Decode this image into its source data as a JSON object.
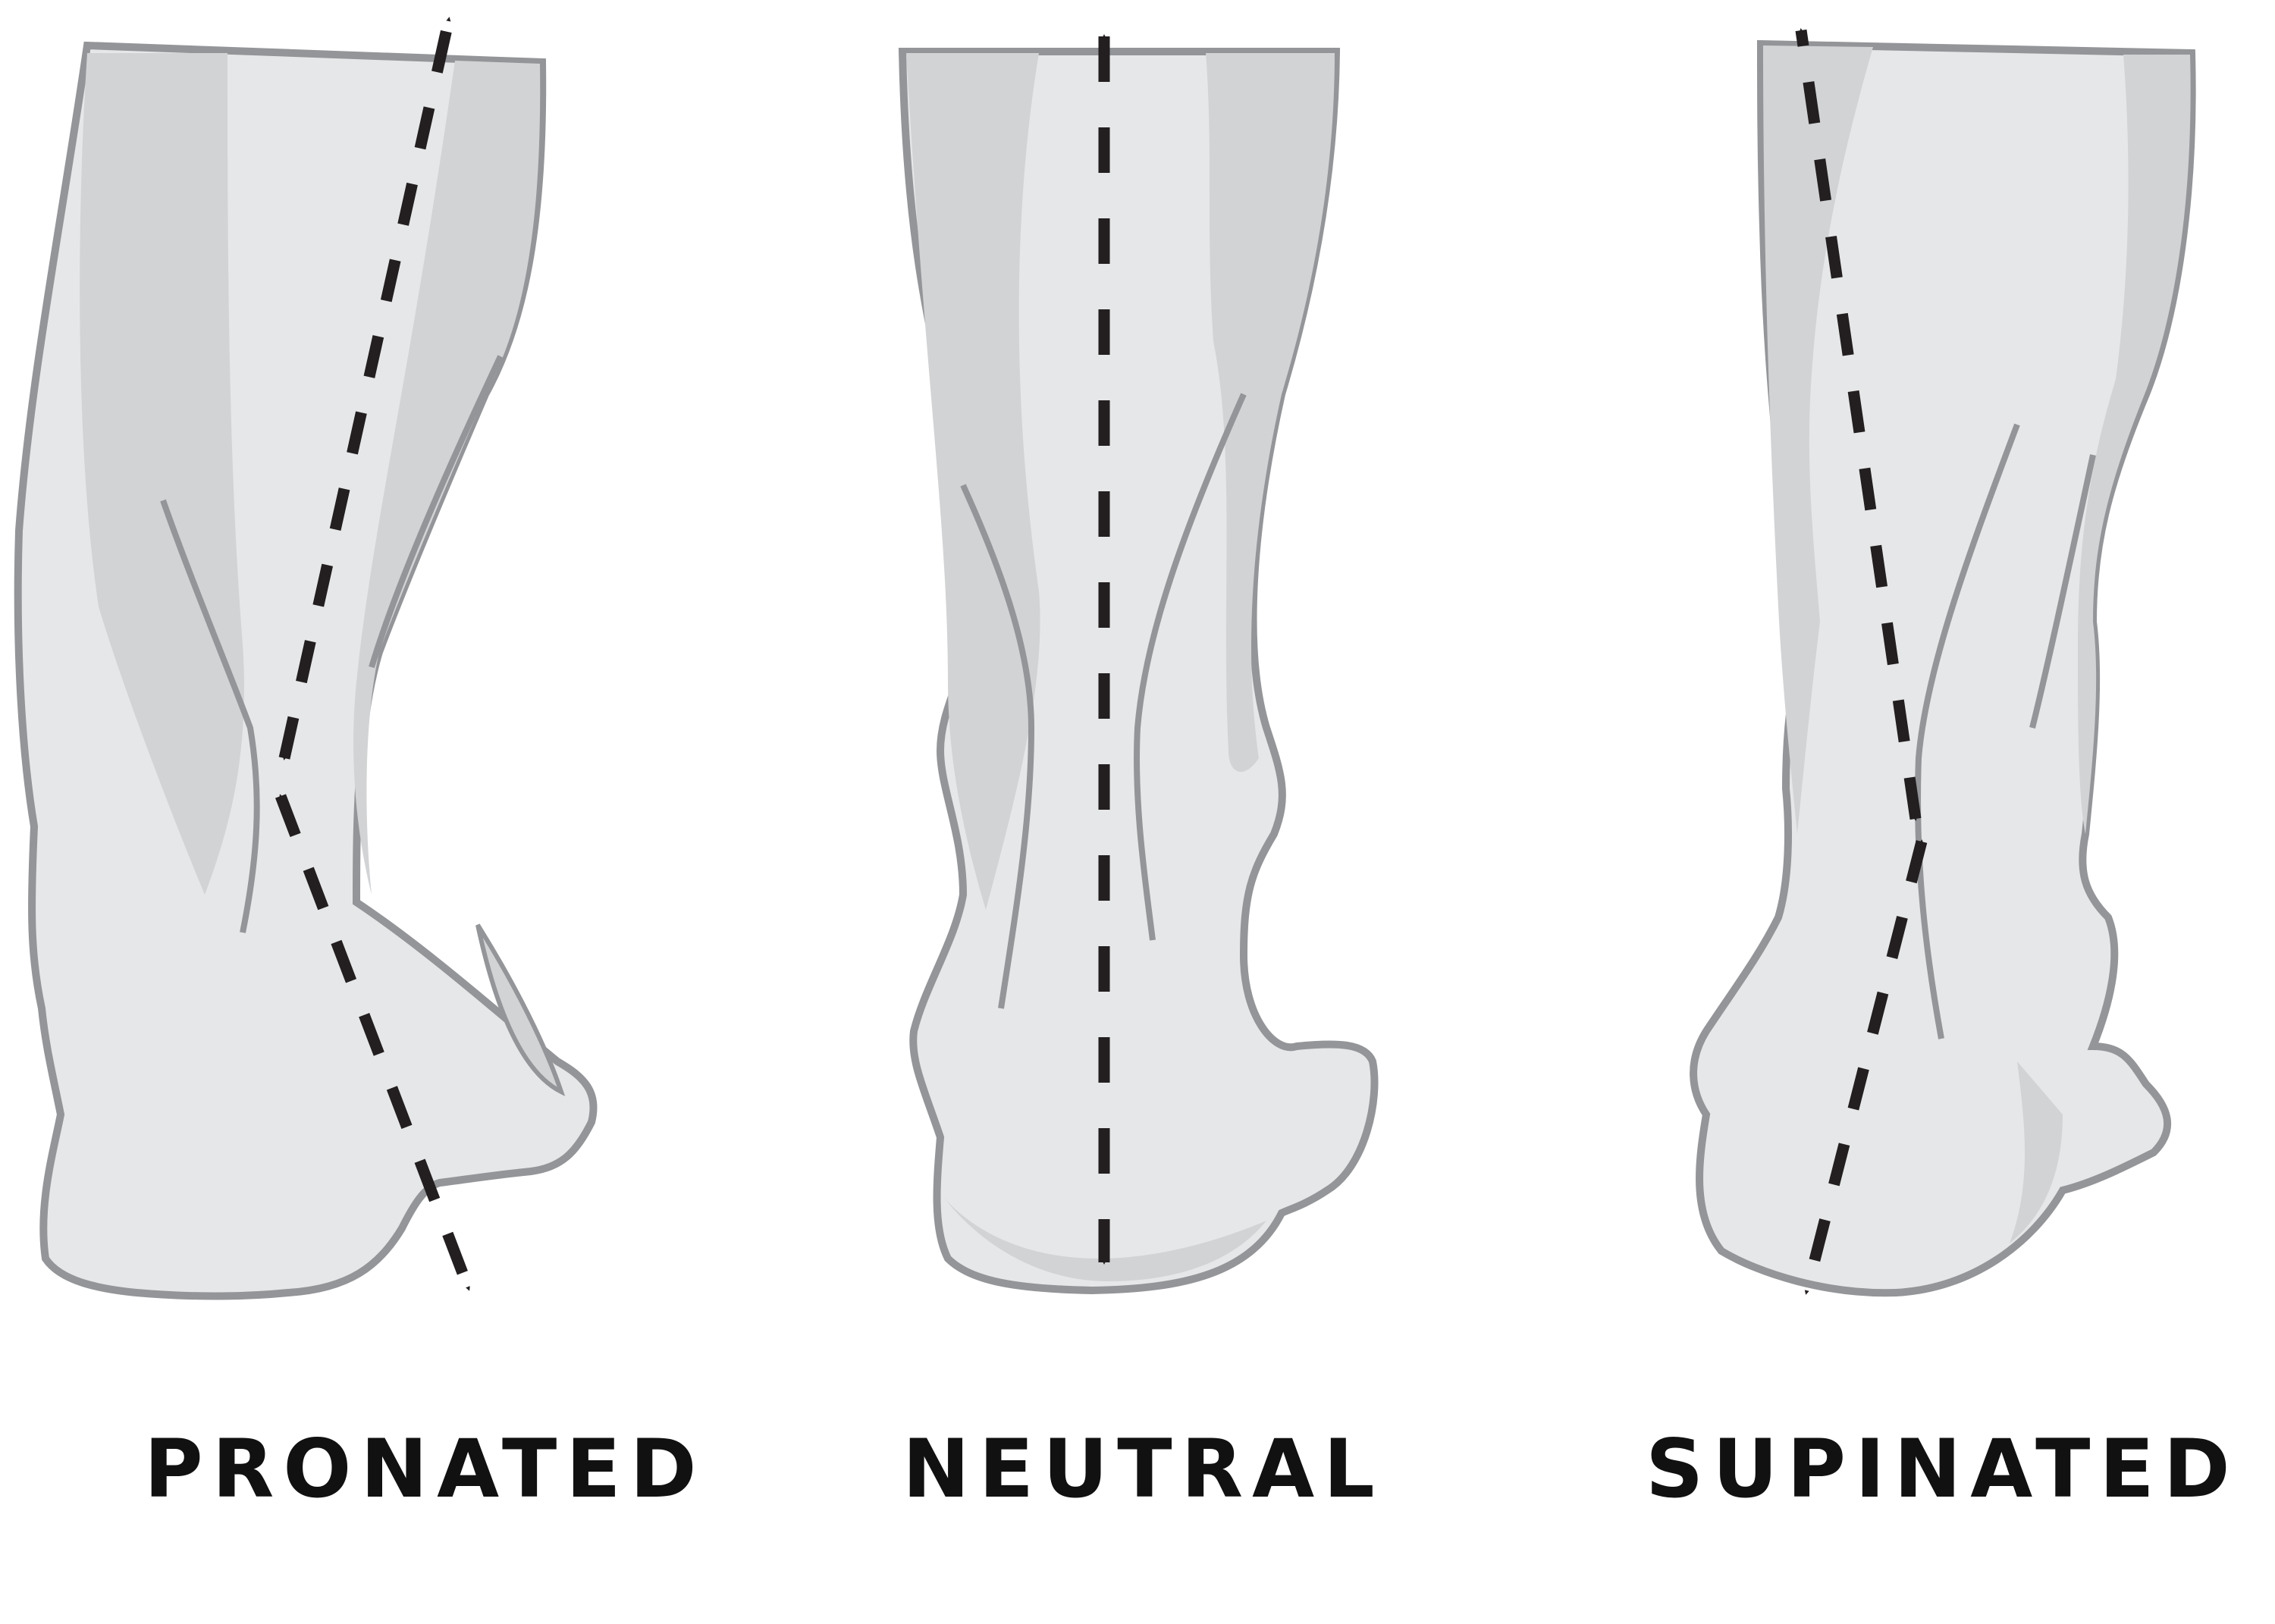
{
  "colors": {
    "background": "#ffffff",
    "leg_fill": "#e6e7e8",
    "leg_shade": "#d2d3d5",
    "leg_outline": "#939598",
    "arrow": "#231f20",
    "label_text": "#111111"
  },
  "panels": [
    {
      "id": "pronated",
      "label": "PRONATED",
      "alignment": "pronated",
      "arrow_icon": "dashed-double-arrow-icon"
    },
    {
      "id": "neutral",
      "label": "NEUTRAL",
      "alignment": "neutral",
      "arrow_icon": "dashed-double-arrow-icon"
    },
    {
      "id": "supinated",
      "label": "SUPINATED",
      "alignment": "supinated",
      "arrow_icon": "dashed-double-arrow-icon"
    }
  ]
}
